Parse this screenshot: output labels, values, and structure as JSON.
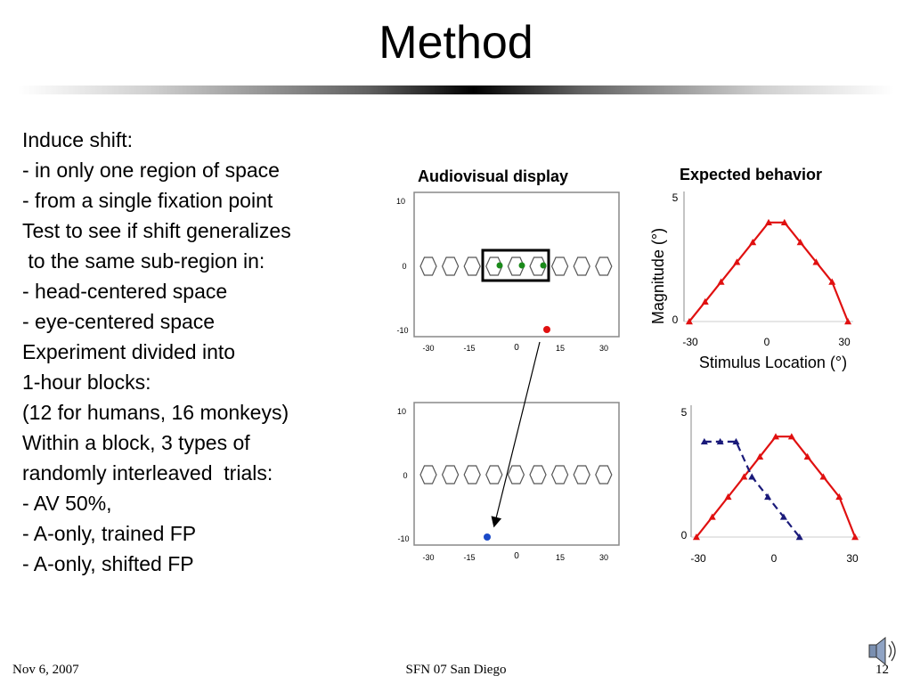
{
  "slide": {
    "title": "Method",
    "bullets": [
      "Induce shift:",
      "- in only one region of space",
      "- from a single fixation point",
      "",
      "Test to see if shift generalizes",
      " to the same sub-region in:",
      "- head-centered space",
      "- eye-centered space",
      "",
      "Experiment divided into",
      "1-hour blocks:",
      "(12 for humans, 16 monkeys)",
      "",
      "Within a block, 3 types of",
      "randomly interleaved  trials:",
      "- AV 50%,",
      "- A-only, trained FP",
      "- A-only, shifted FP"
    ],
    "caption_left": "Audiovisual display",
    "caption_right": "Expected behavior"
  },
  "display": {
    "y_ticks": [
      "10",
      "0",
      "-10"
    ],
    "x_ticks": [
      "-30",
      "-15",
      "0",
      "15",
      "30"
    ],
    "hexagon_count": 9
  },
  "behavior": {
    "ylabel": "Magnitude (°)",
    "xlabel": "Stimulus Location (°)",
    "y_ticks": [
      "5",
      "0"
    ],
    "x_ticks": [
      "-30",
      "0",
      "30"
    ]
  },
  "chart_data": [
    {
      "type": "line",
      "name_printed": "",
      "ylabel": "Magnitude (°)",
      "xlabel": "Stimulus Location (°)",
      "xlim": [
        -32,
        32
      ],
      "ylim": [
        0,
        5
      ],
      "series": [
        {
          "color": "#e01010",
          "marker": "triangle",
          "dash": false,
          "x": [
            -30,
            -24,
            -18,
            -12,
            -6,
            0,
            6,
            12,
            18,
            24,
            30
          ],
          "y": [
            0,
            0.8,
            1.6,
            2.4,
            3.2,
            4,
            4,
            3.2,
            2.4,
            1.6,
            0
          ]
        }
      ]
    },
    {
      "type": "line",
      "xlim": [
        -32,
        32
      ],
      "ylim": [
        0,
        5
      ],
      "series": [
        {
          "color": "#e01010",
          "marker": "triangle",
          "dash": false,
          "x": [
            -30,
            -24,
            -18,
            -12,
            -6,
            0,
            6,
            12,
            18,
            24,
            30
          ],
          "y": [
            0,
            0.8,
            1.6,
            2.4,
            3.2,
            4,
            4,
            3.2,
            2.4,
            1.6,
            0
          ]
        },
        {
          "color": "#1a1a7a",
          "marker": "triangle",
          "dash": true,
          "x": [
            -27,
            -21,
            -15,
            -9,
            -3,
            3,
            9
          ],
          "y": [
            3.8,
            3.8,
            3.8,
            2.4,
            1.6,
            0.8,
            0
          ]
        }
      ]
    }
  ],
  "footer": {
    "date": "Nov  6, 2007",
    "event": "SFN 07 San Diego",
    "page": "12"
  },
  "colors": {
    "red": "#e01010",
    "green": "#1a8a1a",
    "blue": "#1a4ac8",
    "navy": "#1a1a7a"
  }
}
